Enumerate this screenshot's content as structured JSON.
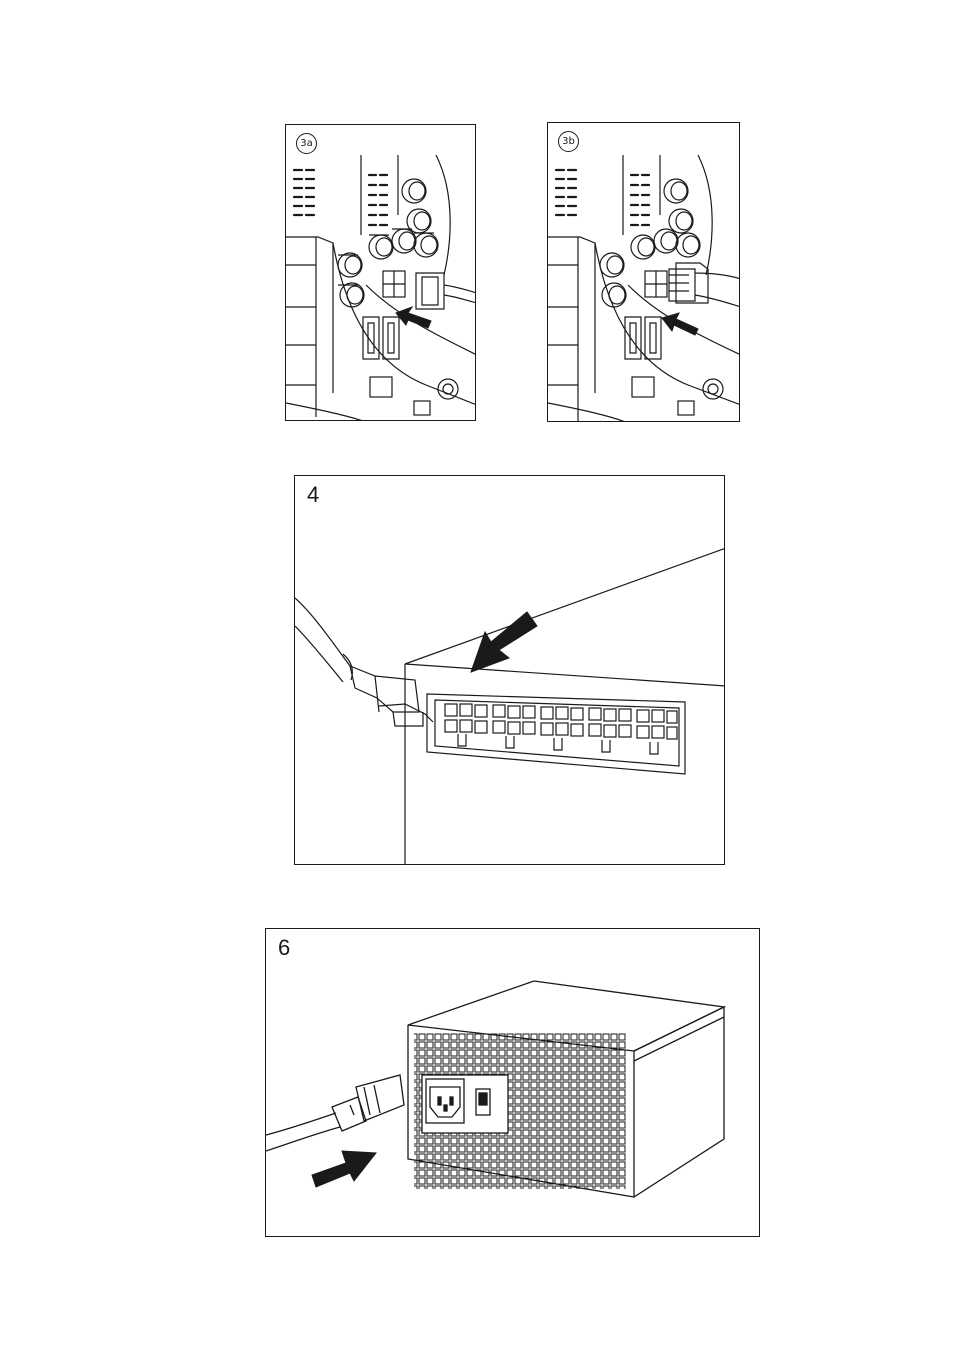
{
  "steps": {
    "step_3a": {
      "label": "3a"
    },
    "step_3b": {
      "label": "3b"
    },
    "step_4": {
      "label": "4"
    },
    "step_6": {
      "label": "6"
    }
  },
  "colors": {
    "line": "#1a1a1a",
    "background": "#ffffff"
  },
  "icons": [
    "arrow-icon",
    "motherboard-illustration",
    "atx-connector-illustration",
    "power-supply-illustration",
    "power-cord-illustration"
  ]
}
